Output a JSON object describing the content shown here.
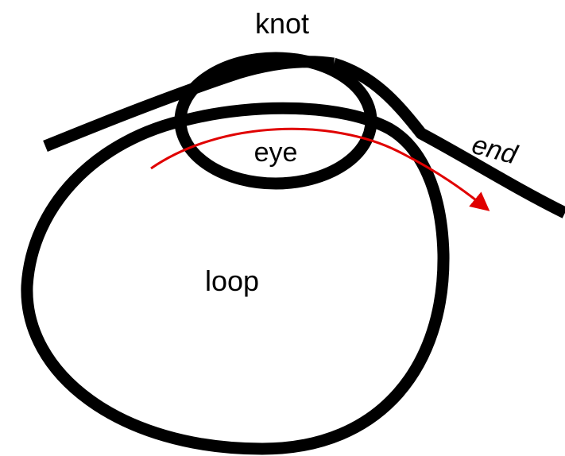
{
  "labels": {
    "knot": "knot",
    "eye": "eye",
    "end": "end",
    "loop": "loop"
  },
  "colors": {
    "rope": "#000000",
    "arrow": "#e00000",
    "background": "#ffffff"
  }
}
